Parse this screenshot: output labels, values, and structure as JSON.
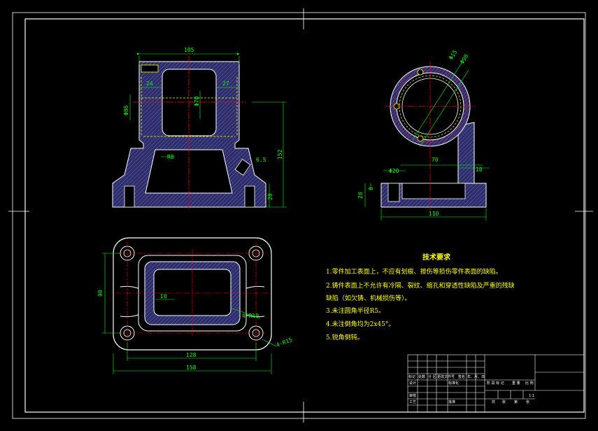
{
  "colors": {
    "background": "#000000",
    "outline": "#ffffff",
    "dimension": "#00ff00",
    "centerline": "#ff0000",
    "hidden": "#ffff00",
    "hatch": "#4a4a9a",
    "text": "#ffff00"
  },
  "front_view": {
    "dims": {
      "overall_width": "105",
      "left_wall": "24",
      "right_wall": "27",
      "bore": "Φ70",
      "height_left": "Φ86",
      "radius": "R8",
      "total_height": "152",
      "base_thickness": "28",
      "thread": "6.5"
    }
  },
  "side_view": {
    "dims": {
      "hole_dia": "Φ15",
      "outer_dia": "Φ90",
      "boss_dia": "Φ20",
      "center_offset": "70",
      "rib": "10",
      "base_h1": "28",
      "base_h2": "8",
      "base_width": "110"
    }
  },
  "top_view": {
    "dims": {
      "depth": "90",
      "wall": "10",
      "fillet": "4-R10",
      "hole_center": "128",
      "overall_length": "158",
      "corner": "4-R15"
    }
  },
  "notes": {
    "title": "技术要求",
    "items": [
      "1.零件加工表面上，不应有划痕、擦伤等损伤零件表面的缺陷。",
      "2.铸件表面上不允许有冷隔、裂纹、缩孔和穿透性缺陷及严重的残缺",
      "缺陷（如欠铸、机械损伤等）。",
      "3.未注圆角半径R5。",
      "4.未注倒角均为2x45°。",
      "5.锐角倒钝。"
    ]
  },
  "title_block": {
    "row1": [
      "标记",
      "处数",
      "分 区",
      "更改文件号",
      "签名",
      "年、月、日"
    ],
    "row2": [
      "设计",
      "",
      "",
      "标准化"
    ],
    "stage_labels": [
      "阶 段 标 记",
      "重 量",
      "比 例"
    ],
    "scale": "1:1",
    "row3": [
      "审核"
    ],
    "row4": [
      "工艺",
      "",
      "批准"
    ],
    "sheet": [
      "共",
      "张",
      "第",
      "张"
    ]
  }
}
